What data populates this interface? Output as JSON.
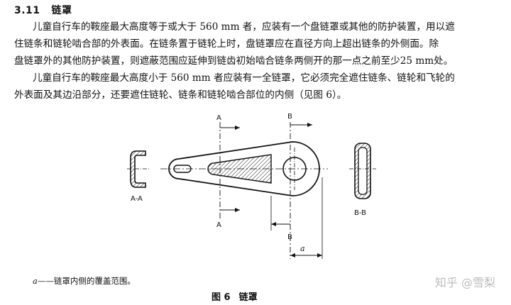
{
  "section": {
    "number": "3.11",
    "title": "链罩"
  },
  "paragraph1": {
    "lines": [
      "儿童自行车的鞍座最大高度等于或大于 560 mm 者，应装有一个盘链罩或其他的防护装置，用以遮",
      "住链条和链轮啮合部的外表面。在链条置于链轮上时，盘链罩应在直径方向上超出链条的外侧面。除",
      "盘链罩外的其他防护装置，则遮蔽范围应延伸到链齿初始啮合链条两侧开的那一点之前至少25 mm处。"
    ]
  },
  "paragraph2": {
    "lines": [
      "儿童自行车的鞍座最大高度小于 560 mm 者应装有一全链罩，它必须完全遮住链条、链轮和飞轮的",
      "外表面及其边沿部分，还要遮住链轮、链条和链轮啮合部位的内侧（见图 6）。"
    ]
  },
  "figure": {
    "section_aa_label": "A-A",
    "section_bb_label": "B-B",
    "cut_a": "A",
    "cut_b": "B",
    "dim_label": "a",
    "note_symbol": "a",
    "note_text": "——链罩内侧的覆盖范围。",
    "caption_number": "图 6",
    "caption_title": "链罩"
  },
  "watermark": "知乎 @雪梨"
}
